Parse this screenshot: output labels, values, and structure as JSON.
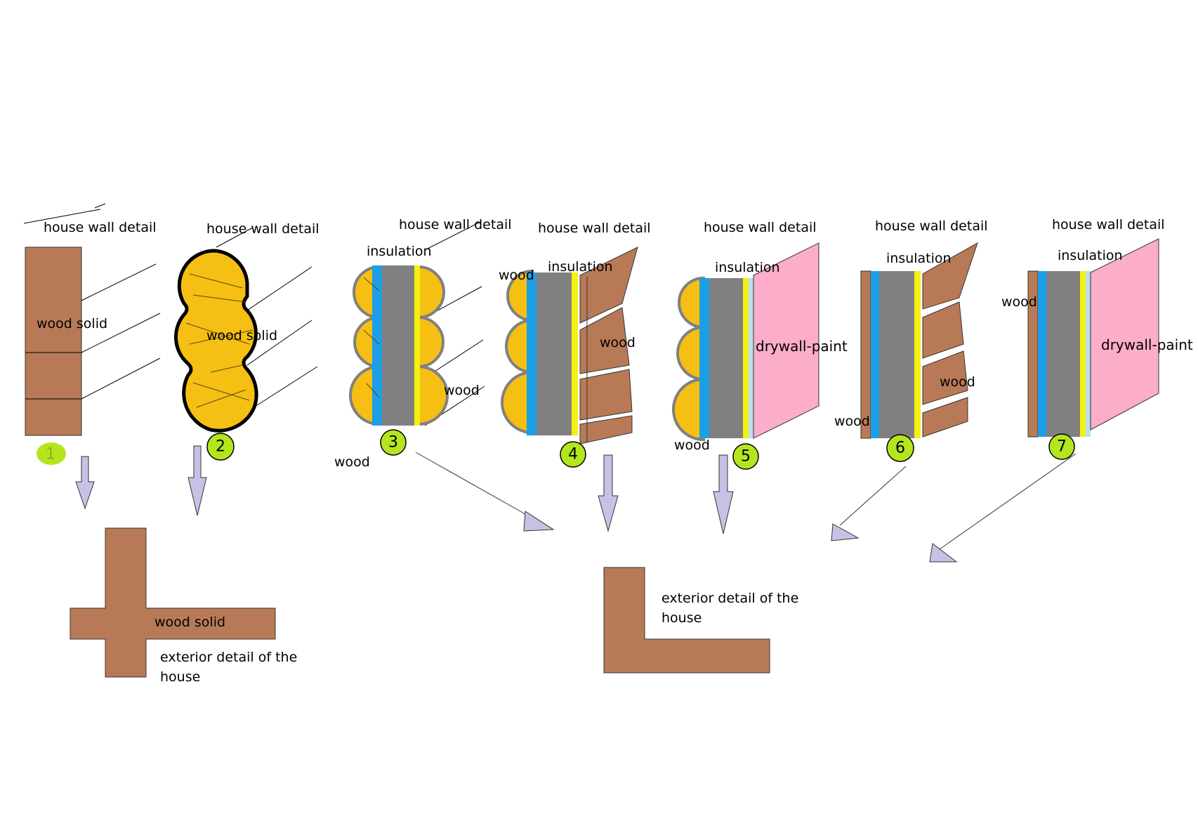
{
  "labels": {
    "house_wall_detail": "house wall detail",
    "wood_solid": "wood solid",
    "insulation": "insulation",
    "wood": "wood",
    "drywall_paint": "drywall-paint",
    "exterior_detail_line1": "exterior detail of the",
    "exterior_detail_line2": "house"
  },
  "steps": [
    "1",
    "2",
    "3",
    "4",
    "5",
    "6",
    "7"
  ],
  "colors": {
    "wood_brown": "#b87a56",
    "log_yellow": "#f5bf14",
    "insulation_gray": "#808080",
    "membrane_blue": "#1e9ee6",
    "vapor_yellow": "#f6ef12",
    "drywall_pink": "#fbadc9",
    "badge_green": "#b3e61e",
    "arrow_lavender": "#c6c2e6"
  }
}
